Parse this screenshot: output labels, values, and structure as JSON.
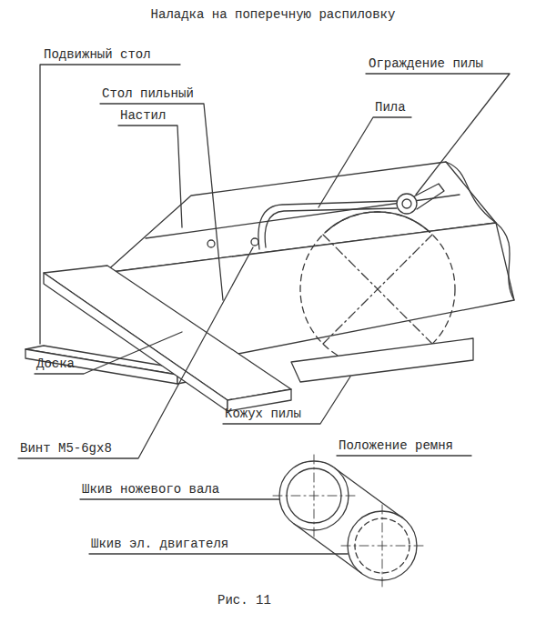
{
  "diagram": {
    "title": "Наладка на поперечную распиловку",
    "caption": "Рис. 11",
    "labels": [
      "Подвижный стол",
      "Стол пильный",
      "Настил",
      "Ограждение пилы",
      "Пила",
      "Доска",
      "Винт М5-6gх8",
      "Кожух пилы",
      "Положение ремня",
      "Шкив ножевого вала",
      "Шкив эл. двигателя"
    ]
  }
}
